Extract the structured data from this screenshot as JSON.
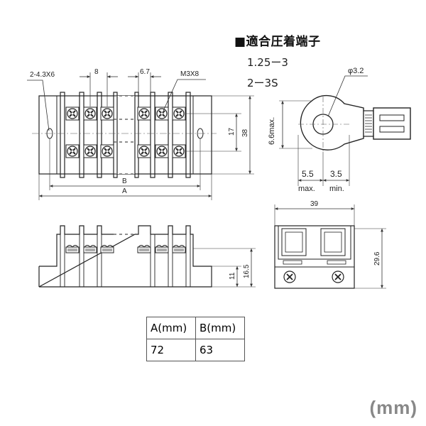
{
  "heading": "■適合圧着端子",
  "terminal_specs": [
    "1.25ー3",
    "2ー3S"
  ],
  "labels": {
    "mount_hole": "2-4.3X6",
    "pitch": "8",
    "width_67": "6.7",
    "screw": "M3X8",
    "dim_17": "17",
    "dim_38": "38",
    "dim_B": "B",
    "dim_A": "A",
    "dim_11": "11",
    "dim_165": "16.5",
    "dim_39": "39",
    "dim_296": "29.6",
    "hole_dia": "φ3.2",
    "lug_height": "6.6max.",
    "dim_55": "5.5",
    "dim_55_note": "max.",
    "dim_35": "3.5",
    "dim_35_note": "min."
  },
  "table": {
    "headers": [
      "A(mm)",
      "B(mm)"
    ],
    "rows": [
      [
        "72",
        "63"
      ]
    ]
  },
  "unit": "(mm)"
}
